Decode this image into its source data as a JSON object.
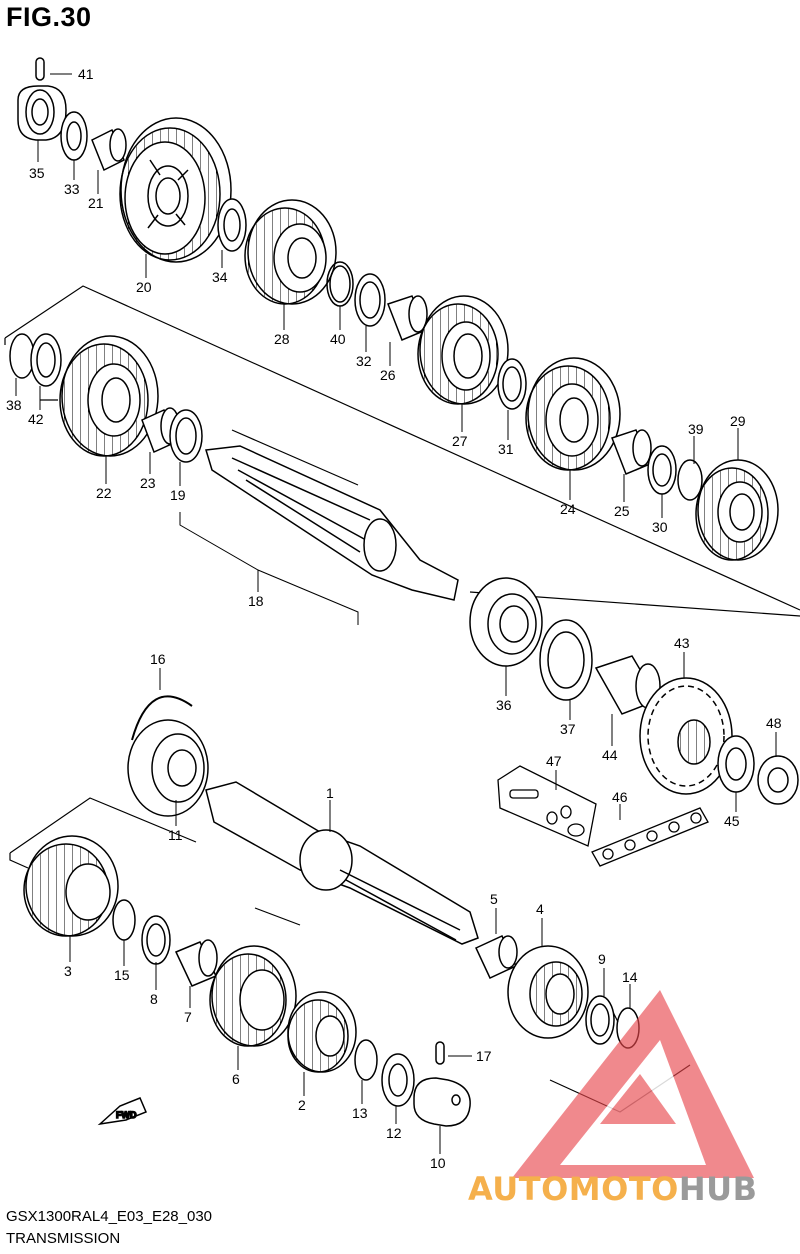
{
  "figure": {
    "title": "FIG.30",
    "model_code": "GSX1300RAL4_E03_E28_030",
    "caption": "TRANSMISSION",
    "fwd_label": "FWD"
  },
  "watermark": {
    "part1": "AUTOMOTO",
    "part2": "HUB",
    "color_red": "#e8474c",
    "color_orange": "#f5b04c",
    "color_gray": "#9a9a9a"
  },
  "callouts": [
    "1",
    "2",
    "3",
    "4",
    "5",
    "6",
    "7",
    "8",
    "9",
    "10",
    "11",
    "12",
    "13",
    "14",
    "15",
    "16",
    "17",
    "18",
    "19",
    "20",
    "21",
    "22",
    "23",
    "24",
    "25",
    "26",
    "27",
    "28",
    "29",
    "30",
    "31",
    "32",
    "33",
    "34",
    "35",
    "36",
    "37",
    "38",
    "39",
    "40",
    "41",
    "42",
    "43",
    "44",
    "45",
    "46",
    "47",
    "48"
  ]
}
